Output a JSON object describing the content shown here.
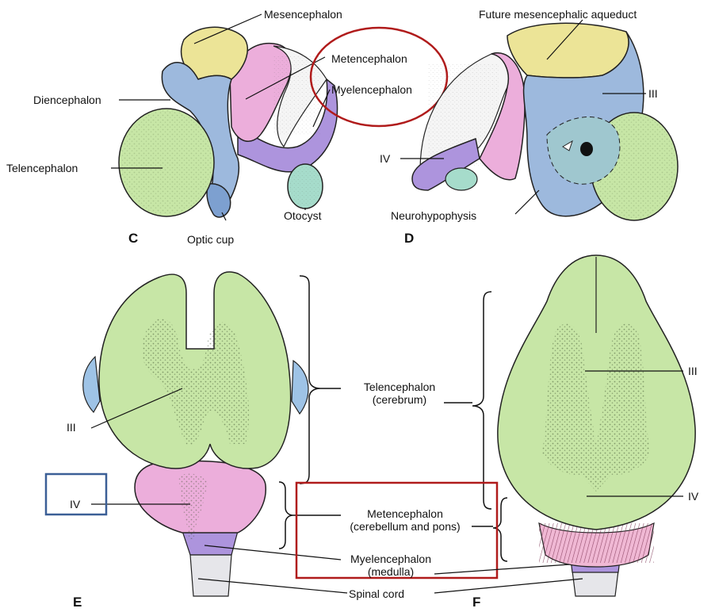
{
  "colors": {
    "telencephalon": "#c7e6a6",
    "diencephalon": "#9db9dd",
    "mesencephalon": "#ece497",
    "metencephalon": "#ecaedb",
    "myelencephalon": "#ad94dd",
    "otocyst": "#a6dccb",
    "highlight_red": "#b01b1b",
    "highlight_blue": "#3b5f96"
  },
  "panels": {
    "C": {
      "letter": "C",
      "labels": {
        "mesencephalon": "Mesencephalon",
        "metencephalon": "Metencephalon",
        "myelencephalon": "Myelencephalon",
        "diencephalon": "Diencephalon",
        "telencephalon": "Telencephalon",
        "otocyst": "Otocyst",
        "optic_cup": "Optic cup"
      }
    },
    "D": {
      "letter": "D",
      "labels": {
        "aqueduct": "Future mesencephalic aqueduct",
        "third": "III",
        "fourth": "IV",
        "neurohypophysis": "Neurohypophysis"
      }
    },
    "E": {
      "letter": "E",
      "labels": {
        "third": "III",
        "fourth": "IV"
      }
    },
    "F": {
      "letter": "F",
      "labels": {
        "third": "III",
        "fourth": "IV"
      }
    }
  },
  "legend_labels": {
    "telencephalon": "Telencephalon",
    "cerebrum": "(cerebrum)",
    "metencephalon": "Metencephalon",
    "cerebellum_pons": "(cerebellum and pons)",
    "myelencephalon": "Myelencephalon",
    "medulla": "(medulla)",
    "spinal_cord": "Spinal cord"
  }
}
